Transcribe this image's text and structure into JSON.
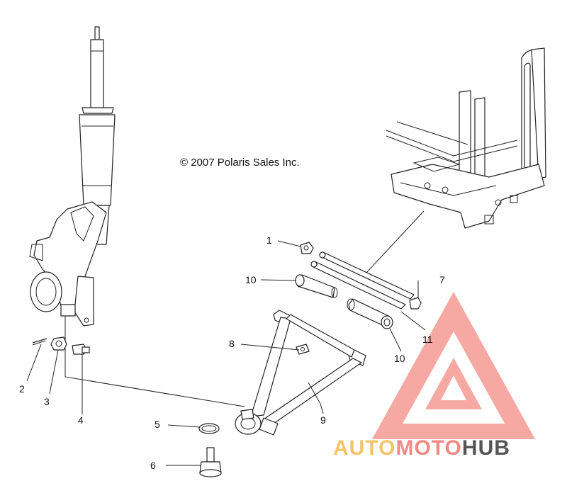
{
  "copyright": "© 2007 Polaris Sales Inc.",
  "callouts": [
    {
      "id": "1",
      "label": "1"
    },
    {
      "id": "2",
      "label": "2"
    },
    {
      "id": "3",
      "label": "3"
    },
    {
      "id": "4",
      "label": "4"
    },
    {
      "id": "5",
      "label": "5"
    },
    {
      "id": "6",
      "label": "6"
    },
    {
      "id": "7",
      "label": "7"
    },
    {
      "id": "8",
      "label": "8"
    },
    {
      "id": "9",
      "label": "9"
    },
    {
      "id": "10a",
      "label": "10"
    },
    {
      "id": "10b",
      "label": "10"
    },
    {
      "id": "11",
      "label": "11"
    }
  ],
  "watermark": {
    "part1": "AUTO",
    "part2": "MOTO",
    "part3": "HUB",
    "color_primary": "#f08a84",
    "color_accent": "#f5c46a",
    "color_dark": "#555555"
  }
}
